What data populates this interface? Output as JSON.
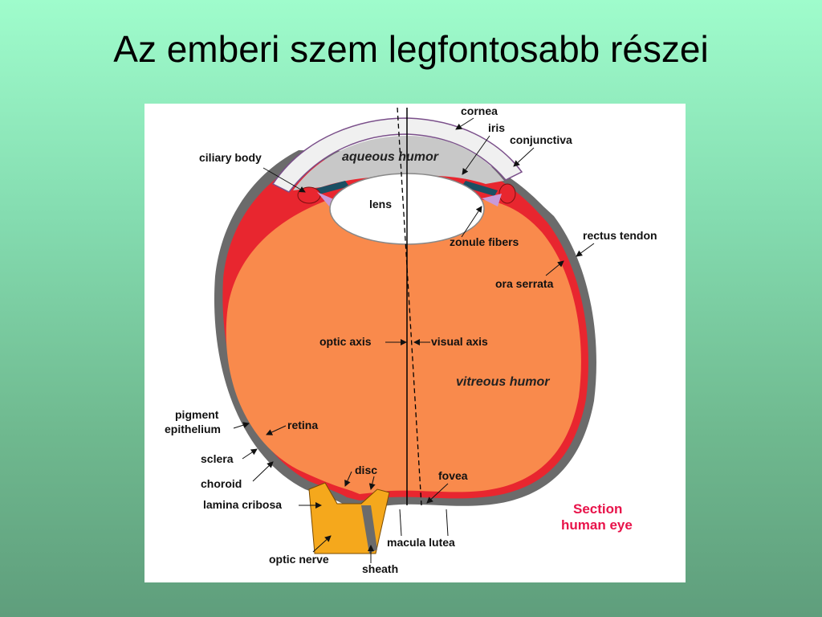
{
  "title": "Az emberi szem legfontosabb részei",
  "diagram": {
    "caption": {
      "line1": "Section",
      "line2": "human eye"
    },
    "regions": {
      "aqueous_humor": "aqueous humor",
      "vitreous_humor": "vitreous humor",
      "lens": "lens"
    },
    "labels": {
      "cornea": "cornea",
      "iris": "iris",
      "conjunctiva": "conjunctiva",
      "ciliary_body": "ciliary body",
      "zonule_fibers": "zonule fibers",
      "rectus_tendon": "rectus tendon",
      "ora_serrata": "ora serrata",
      "optic_axis": "optic axis",
      "visual_axis": "visual axis",
      "pigment_epithelium_1": "pigment",
      "pigment_epithelium_2": "epithelium",
      "retina": "retina",
      "sclera": "sclera",
      "choroid": "choroid",
      "lamina_cribosa": "lamina cribosa",
      "disc": "disc",
      "fovea": "fovea",
      "macula_lutea": "macula lutea",
      "optic_nerve": "optic nerve",
      "sheath": "sheath"
    },
    "colors": {
      "vitreous": "#f98a4c",
      "sclera": "#6b6b6b",
      "retina": "#e8262f",
      "cornea": "#c8c8c8",
      "nerve": "#f5a81c",
      "caption": "#e8134a"
    }
  }
}
